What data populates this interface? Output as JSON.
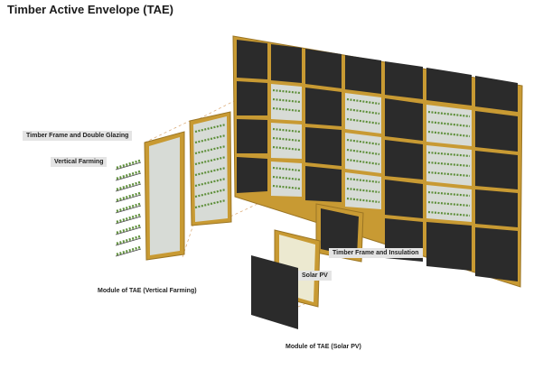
{
  "title": "Timber Active Envelope (TAE)",
  "labels": {
    "frame_glazing": "Timber Frame and Double Glazing",
    "vertical_farming": "Vertical Farming",
    "frame_insulation": "Timber Frame and Insulation",
    "solar_pv": "Solar PV",
    "module_vf": "Module of TAE (Vertical Farming)",
    "module_pv": "Module of TAE (Solar PV)"
  },
  "colors": {
    "timber": "#c89a33",
    "timber_dark": "#9b7524",
    "panel": "#2b2b2b",
    "glazing": "#d7dbd6",
    "plant": "#5e8f3a",
    "guide": "#d9a36b"
  }
}
